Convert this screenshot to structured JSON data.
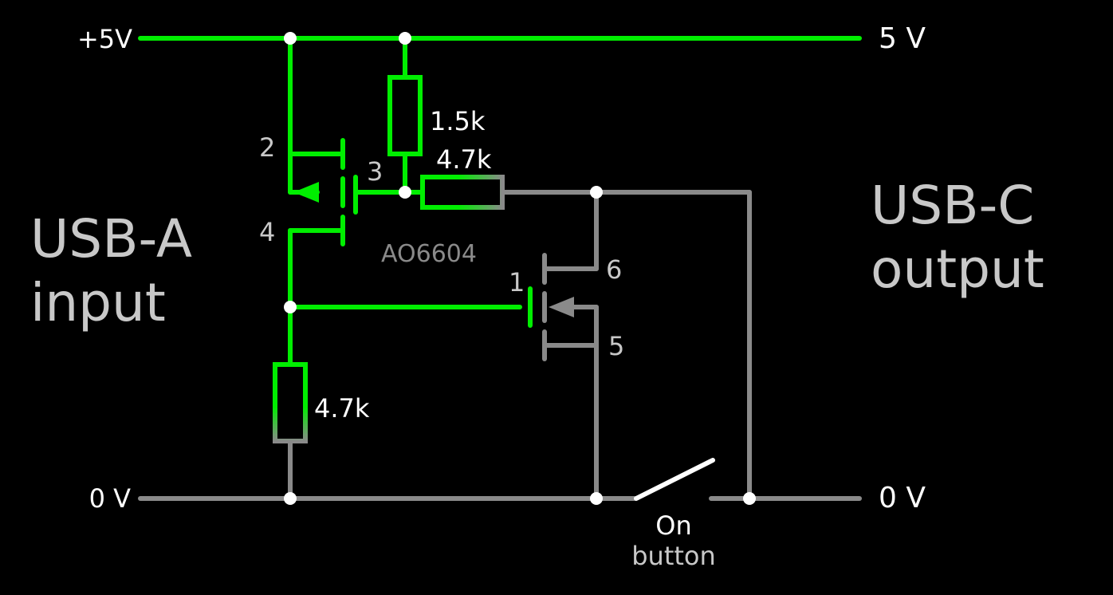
{
  "labels": {
    "vin": "+5V",
    "vout": "5 V",
    "gnd_in": "0 V",
    "gnd_out": "0 V",
    "input_line1": "USB-A",
    "input_line2": "input",
    "output_line1": "USB-C",
    "output_line2": "output",
    "r_top": "1.5k",
    "r_mid": "4.7k",
    "r_bottom": "4.7k",
    "chip": "AO6604",
    "pin1": "1",
    "pin2": "2",
    "pin3": "3",
    "pin4": "4",
    "pin5": "5",
    "pin6": "6",
    "button_line1": "On",
    "button_line2": "button"
  },
  "colors": {
    "background": "#000000",
    "active": "#00ee00",
    "inactive": "#8a8a8a",
    "junction": "#ffffff",
    "switch": "#ffffff",
    "text_primary": "#ffffff",
    "text_secondary": "#c8c8c8"
  }
}
